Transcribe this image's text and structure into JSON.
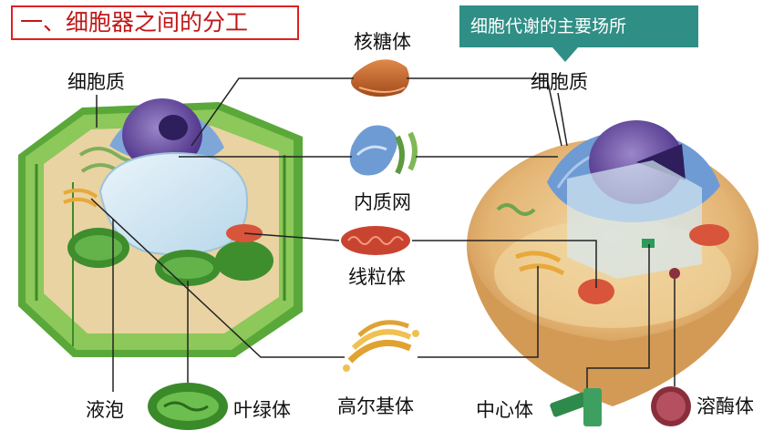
{
  "title": "一、细胞器之间的分工",
  "banner": "细胞代谢的主要场所",
  "labels": {
    "ribosome": "核糖体",
    "cytoplasm_left": "细胞质",
    "cytoplasm_right": "细胞质",
    "er": "内质网",
    "mitochondria": "线粒体",
    "golgi": "高尔基体",
    "vacuole": "液泡",
    "chloroplast": "叶绿体",
    "centrosome": "中心体",
    "lysosome": "溶酶体"
  },
  "colors": {
    "title_border": "#e02020",
    "title_text": "#c01818",
    "banner_bg": "#2f8f86",
    "line": "#222222"
  }
}
